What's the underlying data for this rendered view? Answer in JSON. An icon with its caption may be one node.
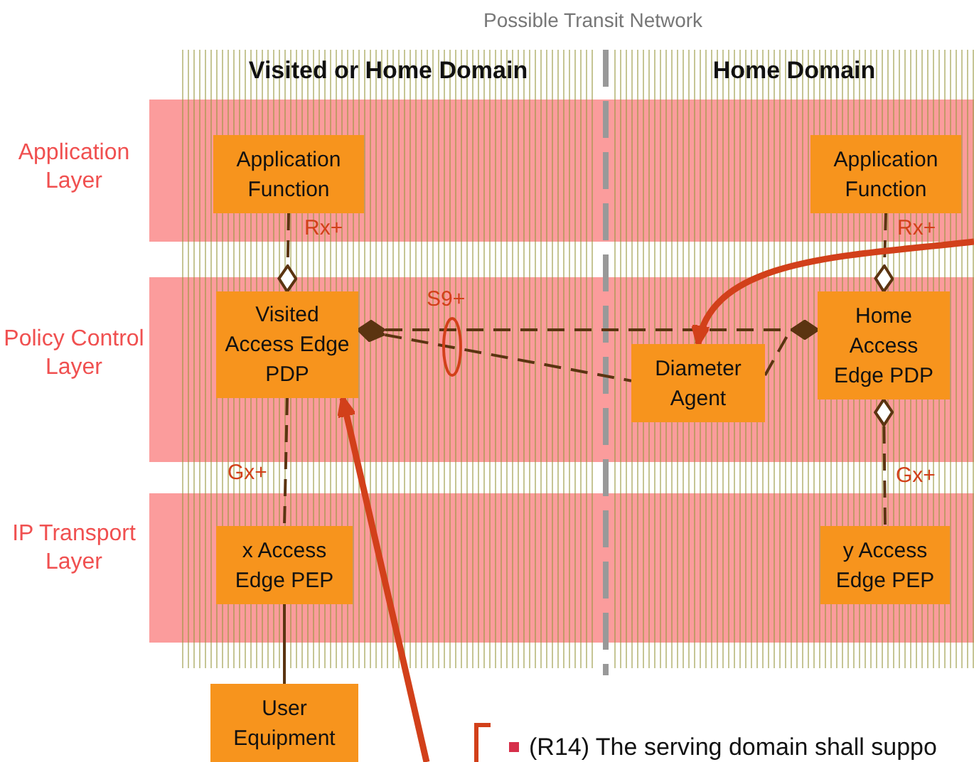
{
  "diagram": {
    "nodes": [
      {
        "text": [
          "Application Function"
        ]
      },
      {
        "text": [
          "Application Function"
        ]
      },
      {
        "text": [
          "Visited Access Edge PDP"
        ]
      },
      {
        "text": [
          "Diameter Agent"
        ]
      },
      {
        "text": [
          "Home Access Edge PDP"
        ]
      },
      {
        "text": [
          "x Access Edge PEP"
        ]
      },
      {
        "text": [
          "y Access Edge PEP"
        ]
      },
      {
        "text": [
          "User Equipment"
        ]
      }
    ],
    "edges": [
      {
        "from": 0,
        "to": 2,
        "arrow": "other",
        "label": "Rx+",
        "style": "dashed"
      },
      {
        "from": 1,
        "to": 4,
        "arrow": "other",
        "label": "Rx+",
        "style": "dashed"
      },
      {
        "from": 2,
        "to": 4,
        "arrow": "other",
        "label": "S9+",
        "style": "dashed"
      },
      {
        "from": 2,
        "to": 3,
        "arrow": "other",
        "style": "dashed"
      },
      {
        "from": 3,
        "to": 4,
        "arrow": "other",
        "style": "dashed"
      },
      {
        "from": 4,
        "to": 6,
        "arrow": "other",
        "label": "Gx+",
        "style": "dashed"
      },
      {
        "from": 2,
        "to": 5,
        "arrow": "none",
        "label": "Gx+",
        "style": "dashed"
      },
      {
        "from": 5,
        "to": 7,
        "arrow": "none"
      },
      {
        "from": null,
        "to": 2,
        "arrow": "to",
        "style": "thick",
        "color": "#d2401a"
      },
      {
        "from": null,
        "to": 3,
        "arrow": "to",
        "style": "thick",
        "color": "#d2401a"
      }
    ],
    "labels": [
      "Possible Transit Network",
      "Visited or Home Domain",
      "Home Domain",
      "Application Layer",
      "Policy Control Layer",
      "IP Transport Layer",
      "(R14) The serving domain shall suppo"
    ]
  }
}
